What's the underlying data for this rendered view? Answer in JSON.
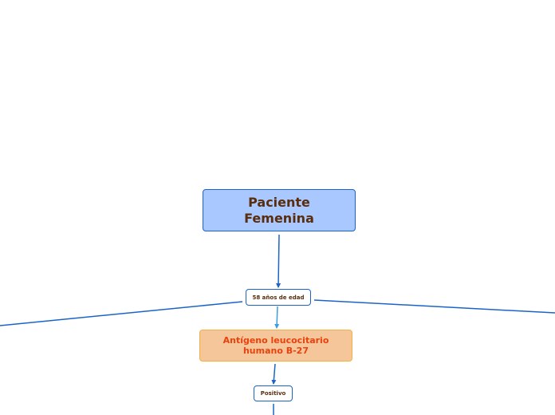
{
  "mindmap": {
    "root": {
      "label": "Paciente\nFemenina",
      "fill": "#a8c8ff",
      "text_color": "#5a2d0c"
    },
    "age": {
      "label": "58 años de edad"
    },
    "hla": {
      "label": "Antígeno leucocitario\nhumano B-27",
      "fill": "#f5c69a",
      "text_color": "#e8420f"
    },
    "result": {
      "label": "Positivo"
    }
  },
  "colors": {
    "connector": "#1a64c8",
    "connector_light": "#3a9ee0",
    "node_border": "#1a64c8"
  }
}
